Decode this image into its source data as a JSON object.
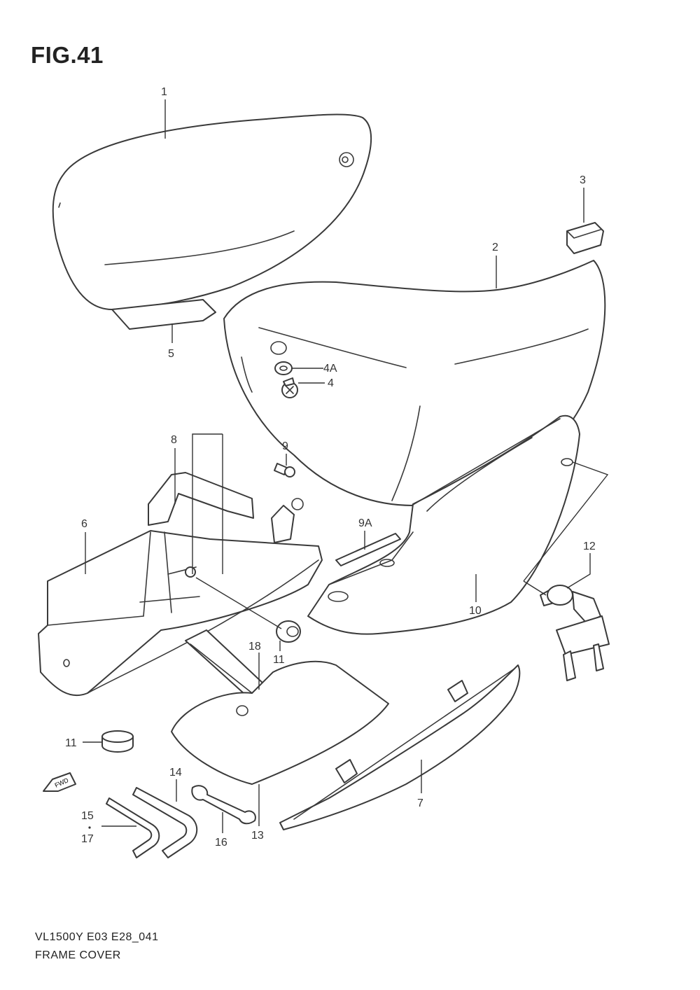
{
  "figure": {
    "title": "FIG.41",
    "model_code": "VL1500Y E03 E28_041",
    "name": "FRAME COVER"
  },
  "callouts": {
    "c1": "1",
    "c2": "2",
    "c3": "3",
    "c4": "4",
    "c4a": "4A",
    "c5": "5",
    "c6": "6",
    "c7": "7",
    "c8": "8",
    "c9": "9",
    "c9a": "9A",
    "c10": "10",
    "c11a": "11",
    "c11b": "11",
    "c12": "12",
    "c13": "13",
    "c14": "14",
    "c15": "15",
    "c16": "16",
    "c17": "17",
    "c18": "18"
  },
  "fwd_label": "FWD"
}
